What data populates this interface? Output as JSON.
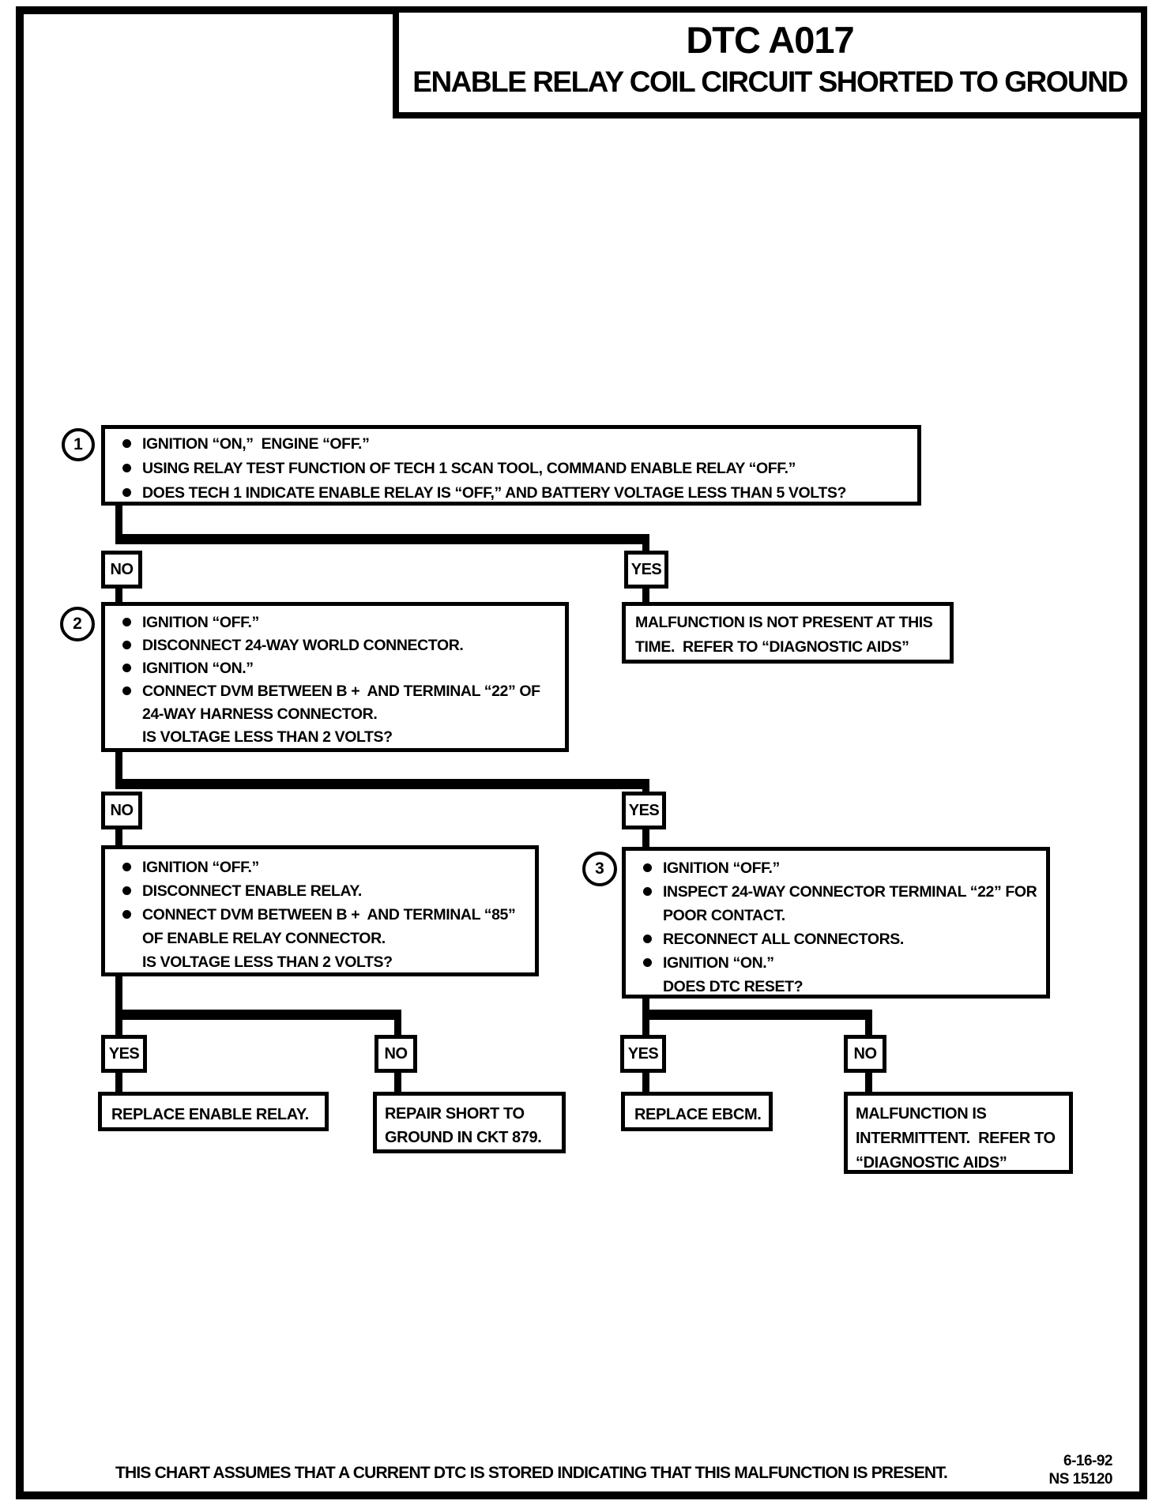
{
  "page": {
    "title_code": "DTC A017",
    "title_subtitle": "ENABLE RELAY COIL CIRCUIT SHORTED TO GROUND",
    "footer_note": "THIS CHART ASSUMES THAT A CURRENT DTC IS STORED INDICATING THAT THIS MALFUNCTION IS PRESENT.",
    "footer_date": "6-16-92",
    "footer_doc": "NS 15120"
  },
  "labels": {
    "yes": "YES",
    "no": "NO"
  },
  "flow": {
    "step1": {
      "number": "1",
      "bullets": [
        "IGNITION “ON,”  ENGINE “OFF.”",
        "USING RELAY TEST FUNCTION OF TECH 1 SCAN TOOL, COMMAND ENABLE RELAY “OFF.”",
        "DOES TECH 1 INDICATE ENABLE RELAY IS “OFF,” AND BATTERY VOLTAGE LESS THAN 5 VOLTS?"
      ]
    },
    "step2": {
      "number": "2",
      "bullets": [
        "IGNITION “OFF.”",
        "DISCONNECT 24-WAY WORLD CONNECTOR.",
        "IGNITION “ON.”",
        "CONNECT DVM BETWEEN B +  AND TERMINAL “22” OF 24-WAY HARNESS CONNECTOR."
      ],
      "question": "IS VOLTAGE LESS THAN 2 VOLTS?"
    },
    "malfunction_not_present": "MALFUNCTION IS NOT PRESENT AT THIS TIME.  REFER TO “DIAGNOSTIC AIDS”",
    "relay_test": {
      "bullets": [
        "IGNITION “OFF.”",
        "DISCONNECT ENABLE RELAY.",
        "CONNECT DVM BETWEEN B +  AND TERMINAL “85” OF ENABLE RELAY CONNECTOR."
      ],
      "question": "IS VOLTAGE LESS THAN 2 VOLTS?"
    },
    "step3": {
      "number": "3",
      "bullets": [
        "IGNITION “OFF.”",
        "INSPECT 24-WAY CONNECTOR TERMINAL “22” FOR POOR CONTACT.",
        "RECONNECT ALL CONNECTORS.",
        "IGNITION “ON.”"
      ],
      "question": "DOES DTC RESET?"
    },
    "results": {
      "replace_enable_relay": "REPLACE ENABLE RELAY.",
      "repair_short": "REPAIR SHORT TO GROUND IN CKT 879.",
      "replace_ebcm": "REPLACE  EBCM.",
      "malfunction_intermittent": "MALFUNCTION IS INTERMITTENT.  REFER TO “DIAGNOSTIC AIDS”"
    }
  }
}
